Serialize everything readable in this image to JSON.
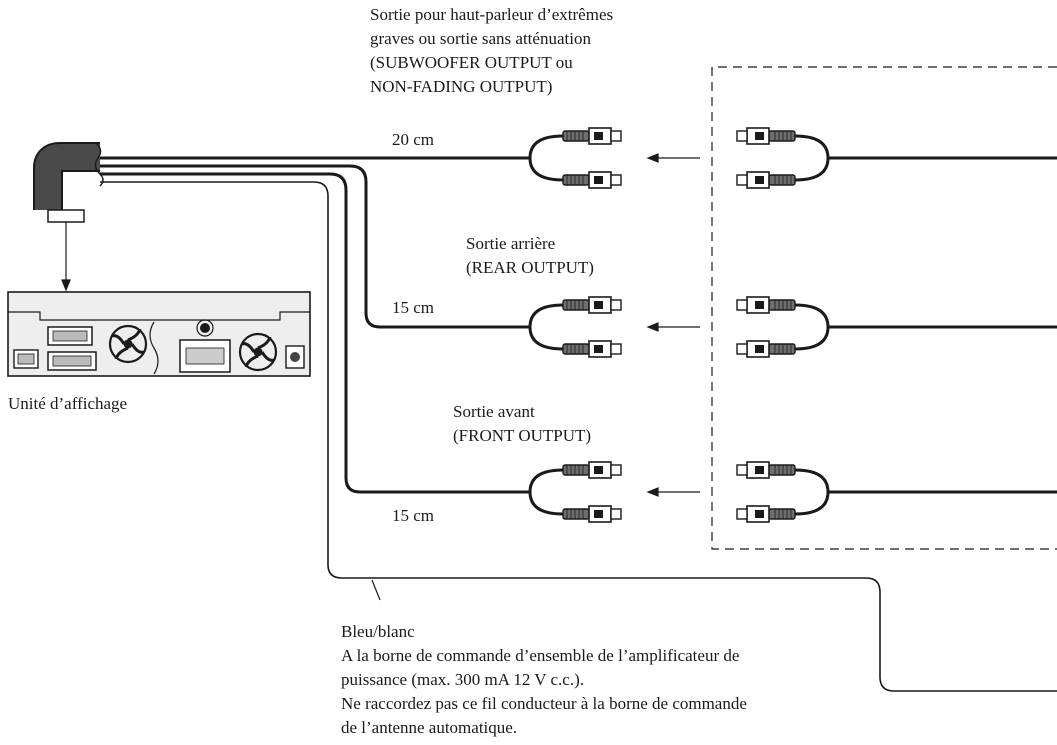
{
  "labels": {
    "subwoofer": [
      "Sortie pour haut-parleur d’extrêmes",
      "graves ou sortie sans atténuation",
      "(SUBWOOFER OUTPUT ou",
      "NON-FADING OUTPUT)"
    ],
    "rear": [
      "Sortie arrière",
      "(REAR OUTPUT)"
    ],
    "front": [
      "Sortie avant",
      "(FRONT OUTPUT)"
    ],
    "unit": "Unité d’affichage",
    "len_sub": "20 cm",
    "len_rear": "15 cm",
    "len_front": "15 cm",
    "blue_white": [
      "Bleu/blanc",
      "A la borne de commande d’ensemble de l’amplificateur de",
      "puissance (max. 300 mA 12 V c.c.).",
      "Ne raccordez pas ce fil conducteur à la borne de commande",
      "de l’antenne automatique."
    ]
  },
  "colors": {
    "line": "#1a1a1a",
    "plug_dark": "#6e6e6e",
    "plug_light": "#ffffff",
    "panel": "#eeeeee"
  }
}
